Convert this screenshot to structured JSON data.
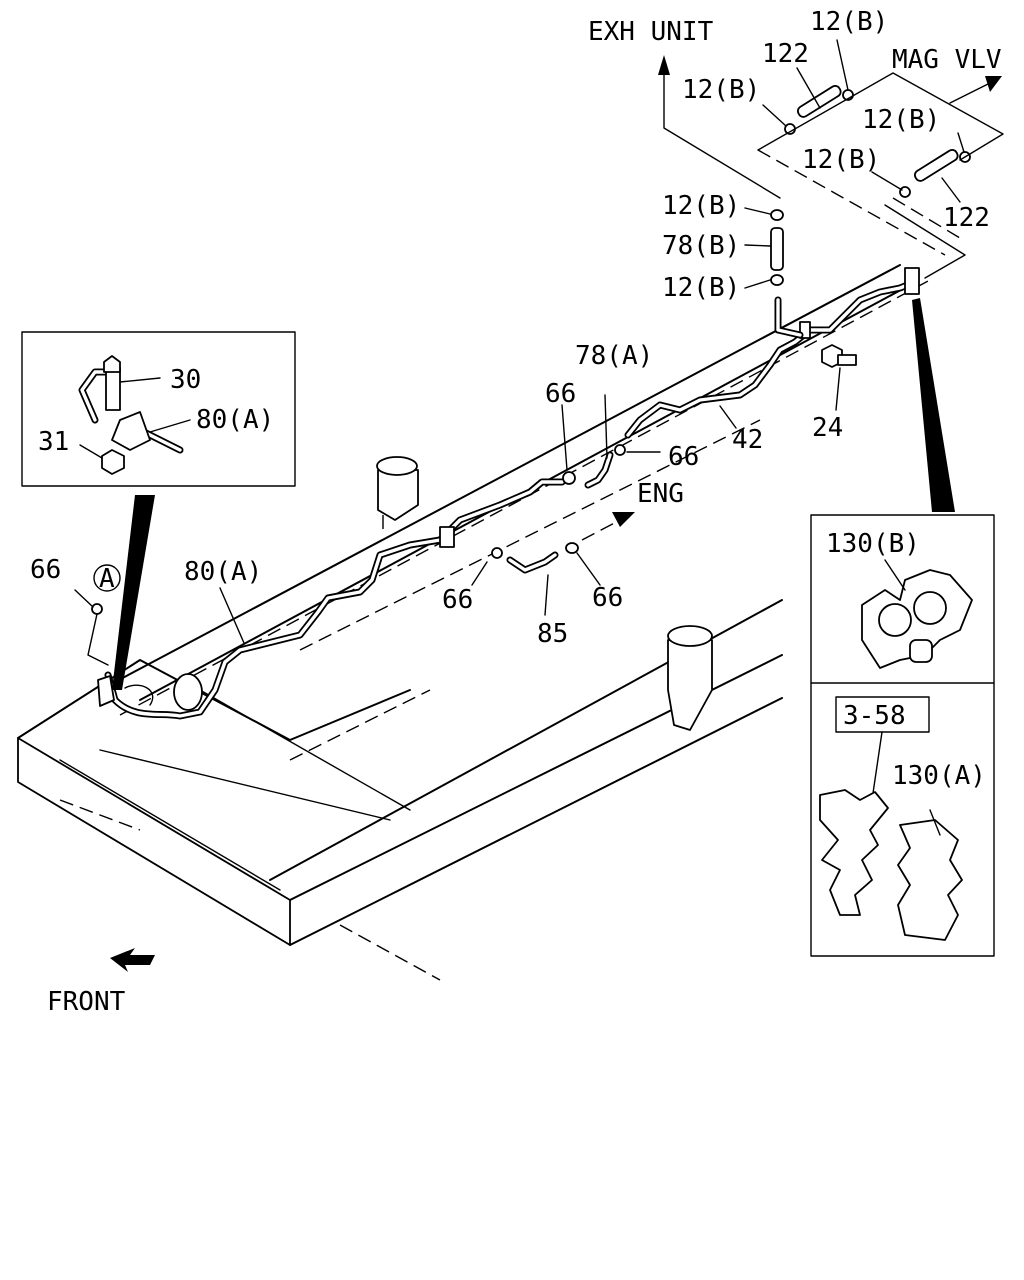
{
  "labels": {
    "exh_unit": "EXH UNIT",
    "mag_vlv": "MAG VLV",
    "eng": "ENG",
    "front": "FRONT",
    "circle_a": "A",
    "p12b_top": "12(B)",
    "p122_top": "122",
    "p12b_left_top": "12(B)",
    "p12b_right": "12(B)",
    "p12b_mid": "12(B)",
    "p122_bottom": "122",
    "p12b_upper": "12(B)",
    "p78b": "78(B)",
    "p12b_lower": "12(B)",
    "p78a": "78(A)",
    "p66_a": "66",
    "p66_b": "66",
    "p42": "42",
    "p24": "24",
    "p30": "30",
    "p80a_inset": "80(A)",
    "p31": "31",
    "p66_c": "66",
    "p80a_main": "80(A)",
    "p66_d": "66",
    "p85": "85",
    "p66_e": "66",
    "p130b": "130(B)",
    "ref_358": "3-58",
    "p130a": "130(A)"
  }
}
